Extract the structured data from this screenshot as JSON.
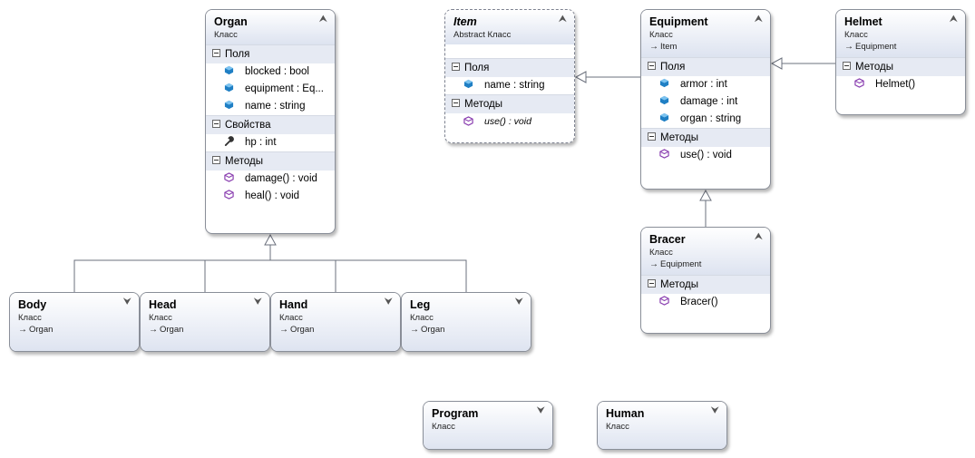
{
  "classes": {
    "organ": {
      "name": "Organ",
      "kind": "Класс",
      "collapse": "⮝",
      "fields_header": "Поля",
      "fields": [
        "blocked : bool",
        "equipment : Eq...",
        "name : string"
      ],
      "props_header": "Свойства",
      "props": [
        "hp : int"
      ],
      "methods_header": "Методы",
      "methods": [
        "damage() : void",
        "heal() : void"
      ]
    },
    "item": {
      "name": "Item",
      "kind": "Abstract Класс",
      "collapse": "⮝",
      "fields_header": "Поля",
      "fields": [
        "name : string"
      ],
      "methods_header": "Методы",
      "methods": [
        "use() : void"
      ]
    },
    "equipment": {
      "name": "Equipment",
      "kind": "Класс",
      "base": "Item",
      "collapse": "⮝",
      "fields_header": "Поля",
      "fields": [
        "armor : int",
        "damage : int",
        "organ : string"
      ],
      "methods_header": "Методы",
      "methods": [
        "use() : void"
      ]
    },
    "helmet": {
      "name": "Helmet",
      "kind": "Класс",
      "base": "Equipment",
      "collapse": "⮝",
      "methods_header": "Методы",
      "methods": [
        "Helmet()"
      ]
    },
    "bracer": {
      "name": "Bracer",
      "kind": "Класс",
      "base": "Equipment",
      "collapse": "⮝",
      "methods_header": "Методы",
      "methods": [
        "Bracer()"
      ]
    },
    "body": {
      "name": "Body",
      "kind": "Класс",
      "base": "Organ",
      "expand": "⮟"
    },
    "head": {
      "name": "Head",
      "kind": "Класс",
      "base": "Organ",
      "expand": "⮟"
    },
    "hand": {
      "name": "Hand",
      "kind": "Класс",
      "base": "Organ",
      "expand": "⮟"
    },
    "leg": {
      "name": "Leg",
      "kind": "Класс",
      "base": "Organ",
      "expand": "⮟"
    },
    "program": {
      "name": "Program",
      "kind": "Класс",
      "expand": "⮟"
    },
    "human": {
      "name": "Human",
      "kind": "Класс",
      "expand": "⮟"
    }
  },
  "symbols": {
    "inherit_arrow": "→"
  },
  "icon_names": {
    "field": "field-cube-icon",
    "property": "wrench-icon",
    "method": "method-cube-icon"
  },
  "colors": {
    "header_gradient_end": "#dde3f0",
    "section_bg": "#e6eaf3",
    "field_icon": "#1f7fc4",
    "method_icon": "#8a3fb0",
    "connector": "#555a66"
  }
}
